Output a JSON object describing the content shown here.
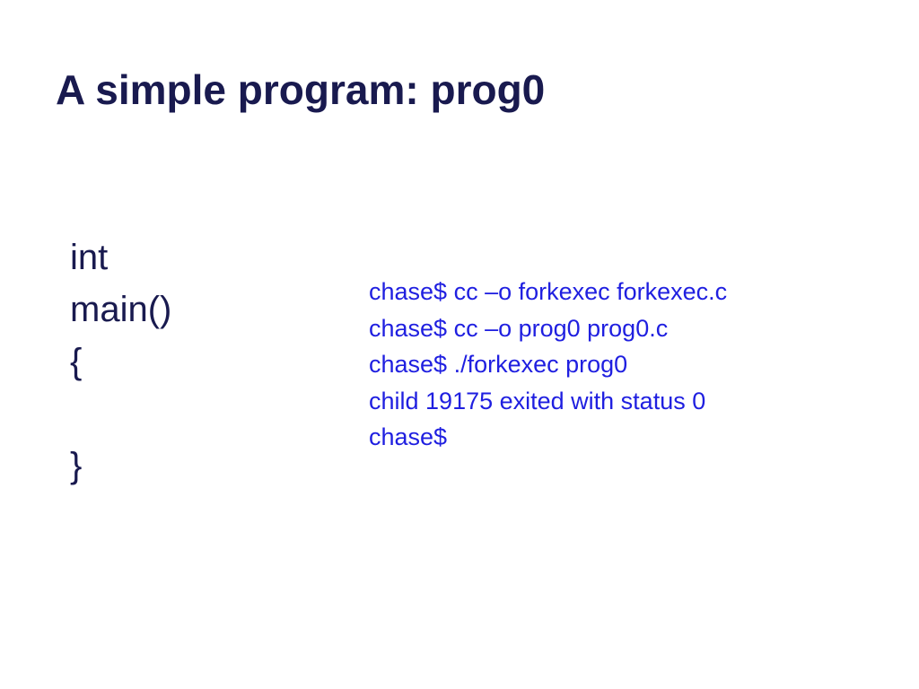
{
  "slide": {
    "title": "A simple program: prog0",
    "code_lines": [
      "int",
      "main()",
      "{",
      "",
      "}"
    ],
    "terminal_lines": [
      "chase$ cc –o forkexec forkexec.c",
      "chase$ cc –o prog0 prog0.c",
      "chase$ ./forkexec prog0",
      "child 19175 exited with status 0",
      "chase$"
    ]
  },
  "colors": {
    "title": "#191a4f",
    "code": "#191a4f",
    "terminal": "#1f1fe0",
    "background": "#ffffff"
  }
}
